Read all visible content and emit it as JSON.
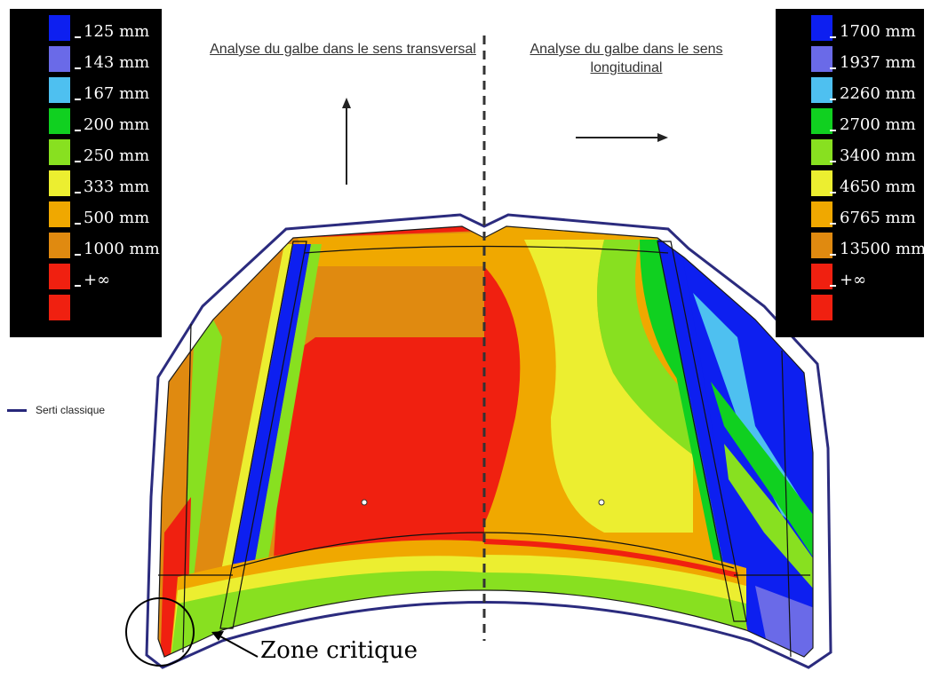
{
  "left_title": "Analyse du galbe dans le sens transversal",
  "right_title": "Analyse du galbe dans le sens longitudinal",
  "legend_left": [
    {
      "label": "125 mm",
      "color": "#0d1ff0"
    },
    {
      "label": "143 mm",
      "color": "#6a6ae8"
    },
    {
      "label": "167 mm",
      "color": "#4ec0f0"
    },
    {
      "label": "200 mm",
      "color": "#10d020"
    },
    {
      "label": "250 mm",
      "color": "#88e020"
    },
    {
      "label": "333 mm",
      "color": "#ecee30"
    },
    {
      "label": "500 mm",
      "color": "#f0a800"
    },
    {
      "label": "1000 mm",
      "color": "#e08a10"
    },
    {
      "label": "+∞",
      "color": "#f02010"
    },
    {
      "label": "",
      "color": "#f02010"
    }
  ],
  "legend_right": [
    {
      "label": "1700 mm",
      "color": "#0d1ff0"
    },
    {
      "label": "1937 mm",
      "color": "#6a6ae8"
    },
    {
      "label": "2260 mm",
      "color": "#4ec0f0"
    },
    {
      "label": "2700 mm",
      "color": "#10d020"
    },
    {
      "label": "3400 mm",
      "color": "#88e020"
    },
    {
      "label": "4650 mm",
      "color": "#ecee30"
    },
    {
      "label": "6765 mm",
      "color": "#f0a800"
    },
    {
      "label": "13500 mm",
      "color": "#e08a10"
    },
    {
      "label": "+∞",
      "color": "#f02010"
    },
    {
      "label": "",
      "color": "#f02010"
    }
  ],
  "serti_label": "Serti classique",
  "critical_label": "Zone critique",
  "colors": {
    "outline": "#2b2b7e",
    "red": "#f02010",
    "orange": "#f0a800",
    "yellow": "#ecee30",
    "green": "#10d020",
    "blue": "#0d1ff0"
  }
}
